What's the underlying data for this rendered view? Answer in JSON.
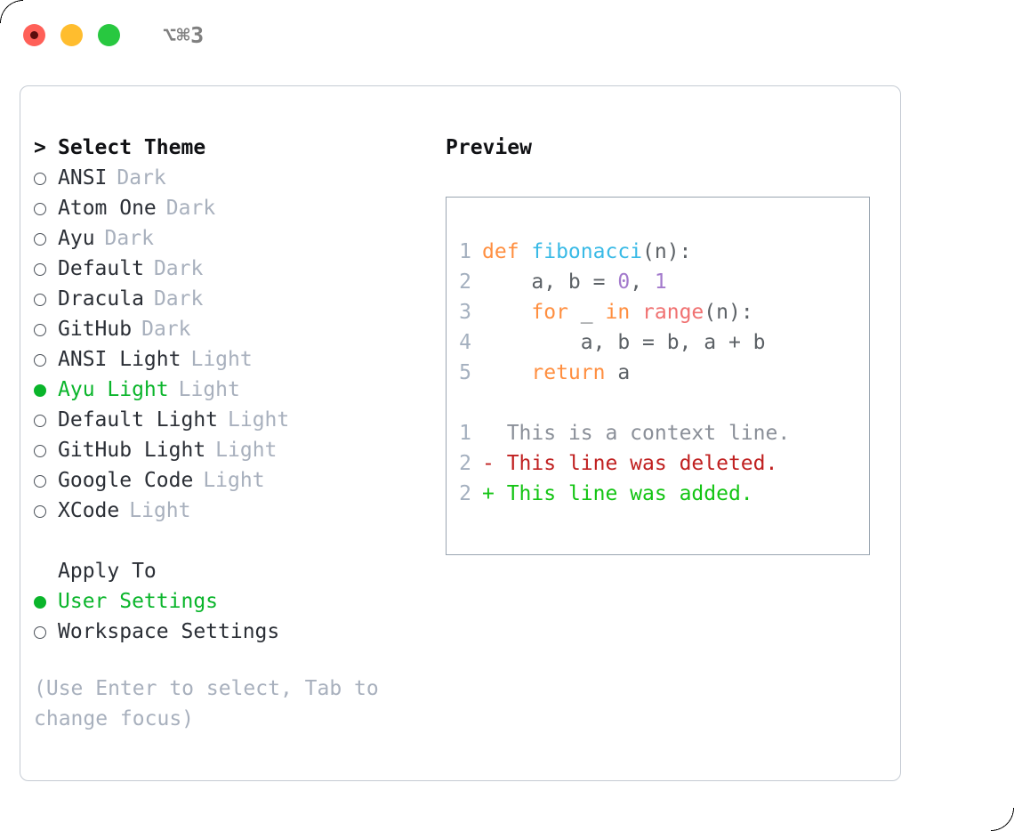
{
  "window": {
    "shortcut": "⌥⌘3",
    "traffic_lights": [
      {
        "name": "close",
        "color": "#ff6058"
      },
      {
        "name": "minimize",
        "color": "#ffbd2e"
      },
      {
        "name": "zoom",
        "color": "#28c840"
      }
    ]
  },
  "left": {
    "header": {
      "prefix": ">",
      "title": "Select Theme"
    },
    "themes": [
      {
        "label": "ANSI",
        "suffix": "Dark",
        "selected": false
      },
      {
        "label": "Atom One",
        "suffix": "Dark",
        "selected": false
      },
      {
        "label": "Ayu",
        "suffix": "Dark",
        "selected": false
      },
      {
        "label": "Default",
        "suffix": "Dark",
        "selected": false
      },
      {
        "label": "Dracula",
        "suffix": "Dark",
        "selected": false
      },
      {
        "label": "GitHub",
        "suffix": "Dark",
        "selected": false
      },
      {
        "label": "ANSI Light",
        "suffix": "Light",
        "selected": false
      },
      {
        "label": "Ayu Light",
        "suffix": "Light",
        "selected": true
      },
      {
        "label": "Default Light",
        "suffix": "Light",
        "selected": false
      },
      {
        "label": "GitHub Light",
        "suffix": "Light",
        "selected": false
      },
      {
        "label": "Google Code",
        "suffix": "Light",
        "selected": false
      },
      {
        "label": "XCode",
        "suffix": "Light",
        "selected": false
      }
    ],
    "apply_to": {
      "title": "Apply To",
      "options": [
        {
          "label": "User Settings",
          "selected": true
        },
        {
          "label": "Workspace Settings",
          "selected": false
        }
      ]
    },
    "hint": "(Use Enter to select, Tab to change focus)"
  },
  "right": {
    "title": "Preview",
    "code": {
      "lines": [
        {
          "number": "1",
          "tokens": [
            {
              "text": "def ",
              "kind": "kw"
            },
            {
              "text": "fibonacci",
              "kind": "fn"
            },
            {
              "text": "(n):",
              "kind": "punc"
            }
          ]
        },
        {
          "number": "2",
          "tokens": [
            {
              "text": "    a, b = ",
              "kind": "plain"
            },
            {
              "text": "0",
              "kind": "num"
            },
            {
              "text": ", ",
              "kind": "plain"
            },
            {
              "text": "1",
              "kind": "num"
            }
          ]
        },
        {
          "number": "3",
          "tokens": [
            {
              "text": "    ",
              "kind": "plain"
            },
            {
              "text": "for",
              "kind": "kw"
            },
            {
              "text": " _ ",
              "kind": "plain"
            },
            {
              "text": "in",
              "kind": "kw"
            },
            {
              "text": " ",
              "kind": "plain"
            },
            {
              "text": "range",
              "kind": "call"
            },
            {
              "text": "(n):",
              "kind": "punc"
            }
          ]
        },
        {
          "number": "4",
          "tokens": [
            {
              "text": "        a, b = b, a + b",
              "kind": "plain"
            }
          ]
        },
        {
          "number": "5",
          "tokens": [
            {
              "text": "    ",
              "kind": "plain"
            },
            {
              "text": "return",
              "kind": "kw"
            },
            {
              "text": " a",
              "kind": "plain"
            }
          ]
        }
      ]
    },
    "diff": {
      "lines": [
        {
          "number": "1",
          "sign": " ",
          "text": "This is a context line.",
          "kind": "ctx"
        },
        {
          "number": "2",
          "sign": "-",
          "text": "This line was deleted.",
          "kind": "del"
        },
        {
          "number": "2",
          "sign": "+",
          "text": "This line was added.",
          "kind": "add"
        }
      ]
    }
  },
  "colors": {
    "accent_green": "#0ab52b",
    "muted": "#a8b0bd",
    "keyword": "#ff8f40",
    "function": "#39bae6",
    "builtin": "#f07171",
    "number": "#a37acc",
    "diff_add": "#13c413",
    "diff_del": "#c02020",
    "panel_border": "#c5cbd3",
    "code_border": "#9aa5b1"
  }
}
